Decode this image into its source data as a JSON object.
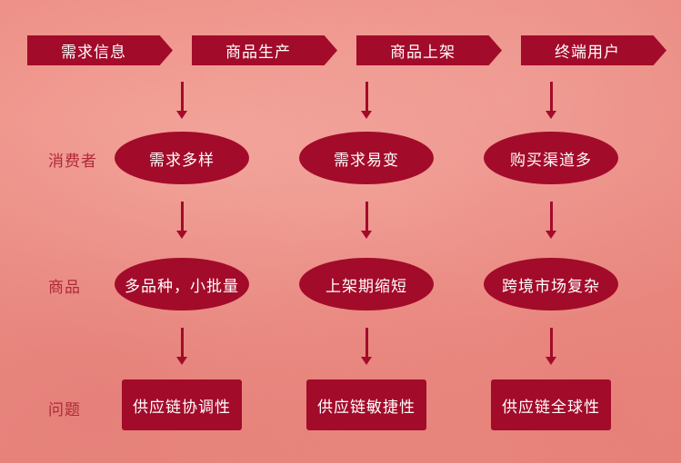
{
  "stages": [
    "需求信息",
    "商品生产",
    "商品上架",
    "终端用户"
  ],
  "row_labels": {
    "consumer": "消费者",
    "product": "商品",
    "problem": "问题"
  },
  "consumer_nodes": [
    "需求多样",
    "需求易变",
    "购买渠道多"
  ],
  "product_nodes": [
    "多品种，小批量",
    "上架期缩短",
    "跨境市场复杂"
  ],
  "problem_nodes": [
    "供应链协调性",
    "供应链敏捷性",
    "供应链全球性"
  ],
  "colors": {
    "node_fill": "#a30b2a",
    "label_text": "#b0283a",
    "background": "#ee9289"
  }
}
